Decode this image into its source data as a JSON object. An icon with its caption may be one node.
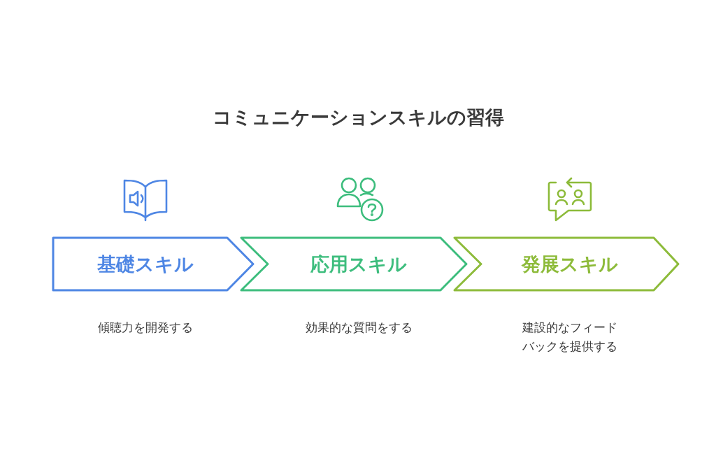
{
  "diagram": {
    "title": "コミュニケーションスキルの習得",
    "nodes": [
      {
        "text": [
          "基礎スキル"
        ],
        "beside": [
          "傾聴力を開発する"
        ]
      },
      {
        "text": [
          "応用スキル"
        ],
        "beside": [
          "効果的な質問をする"
        ]
      },
      {
        "text": [
          "発展スキル"
        ],
        "beside": [
          "建設的なフィードバックを提供する"
        ]
      }
    ]
  }
}
